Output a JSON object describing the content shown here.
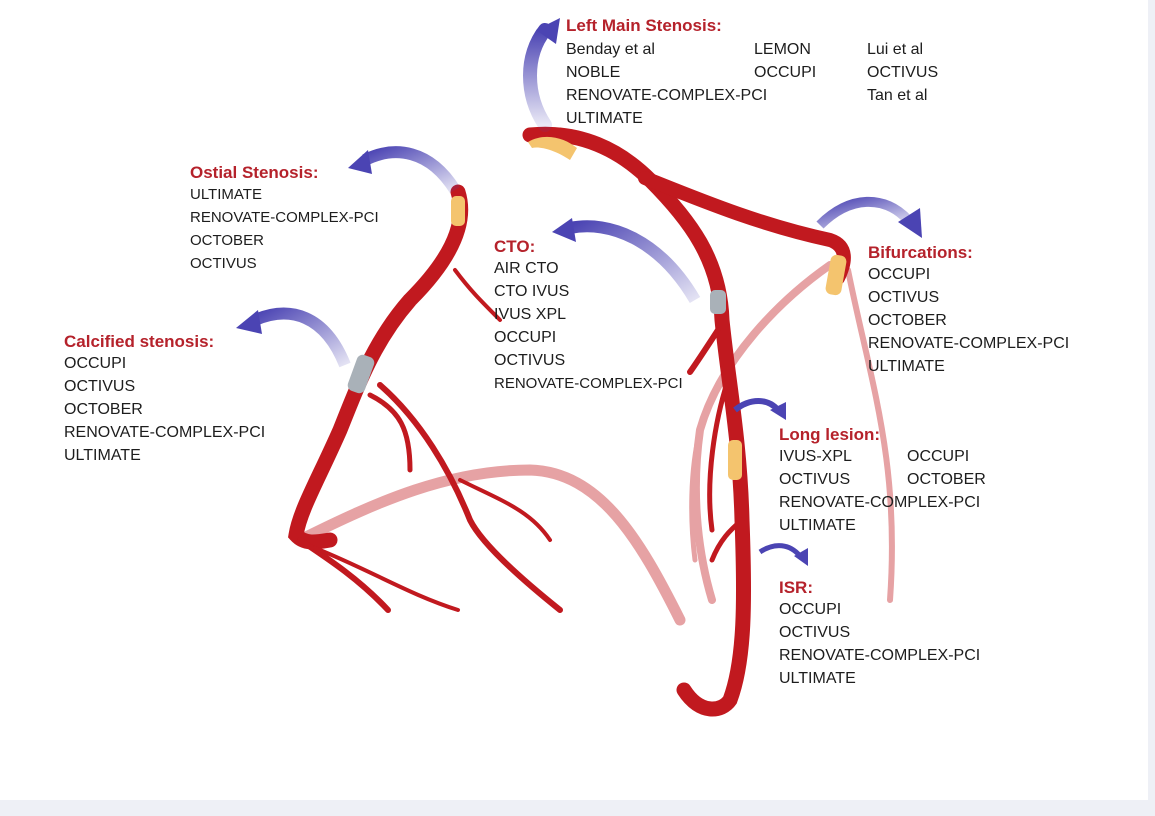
{
  "colors": {
    "artery": "#c1191f",
    "artery_light": "#e6a2a4",
    "plaque": "#f4c46e",
    "calcium": "#a9b1b8",
    "arrow": "#4b44b3",
    "title": "#b5222b",
    "text": "#1d1d1d"
  },
  "sections": {
    "left_main": {
      "title": "Left Main Stenosis:",
      "columns": [
        [
          "Benday et al",
          "NOBLE",
          "RENOVATE-COMPLEX-PCI",
          "ULTIMATE"
        ],
        [
          "LEMON",
          "OCCUPI"
        ],
        [
          "Lui et al",
          "OCTIVUS",
          "Tan et al"
        ]
      ]
    },
    "ostial": {
      "title": "Ostial Stenosis:",
      "items": [
        "ULTIMATE",
        "RENOVATE-COMPLEX-PCI",
        "OCTOBER",
        "OCTIVUS"
      ]
    },
    "cto": {
      "title": "CTO:",
      "items": [
        "AIR CTO",
        "CTO IVUS",
        "IVUS XPL",
        "OCCUPI",
        "OCTIVUS",
        "RENOVATE-COMPLEX-PCI"
      ]
    },
    "calcified": {
      "title": "Calcified stenosis:",
      "items": [
        "OCCUPI",
        "OCTIVUS",
        "OCTOBER",
        "RENOVATE-COMPLEX-PCI",
        "ULTIMATE"
      ]
    },
    "bifurcations": {
      "title": "Bifurcations:",
      "items": [
        "OCCUPI",
        "OCTIVUS",
        "OCTOBER",
        "RENOVATE-COMPLEX-PCI",
        "ULTIMATE"
      ]
    },
    "long_lesion": {
      "title": "Long lesion:",
      "col1": [
        "IVUS-XPL",
        "OCTIVUS",
        "RENOVATE-COMPLEX-PCI",
        "ULTIMATE"
      ],
      "col2": [
        "OCCUPI",
        "OCTOBER"
      ]
    },
    "isr": {
      "title": "ISR:",
      "items": [
        "OCCUPI",
        "OCTIVUS",
        "RENOVATE-COMPLEX-PCI",
        "ULTIMATE"
      ]
    }
  }
}
